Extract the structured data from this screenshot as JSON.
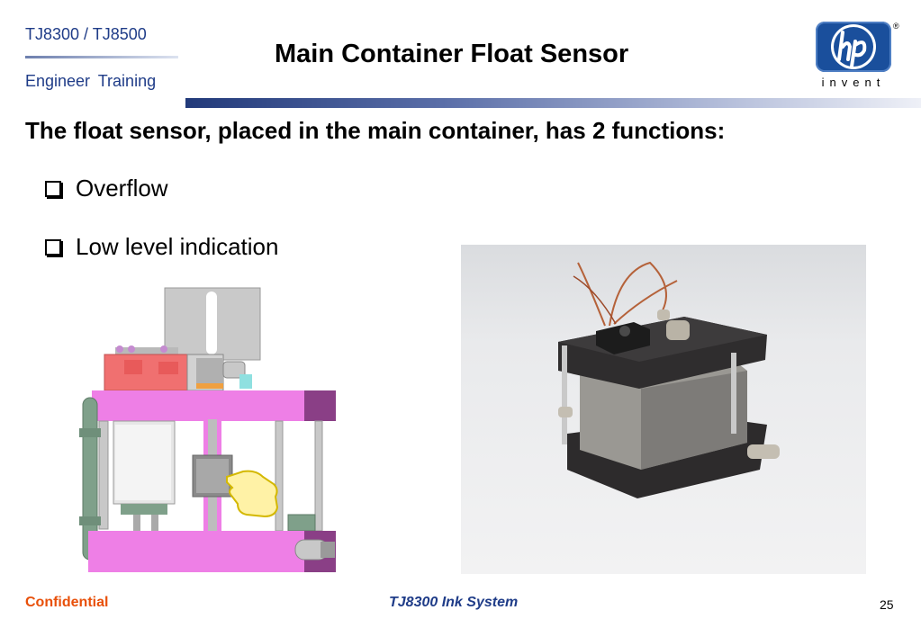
{
  "header": {
    "product": "TJ8300 / TJ8500",
    "training": "Engineer  Training",
    "title": "Main Container Float Sensor",
    "logo_mark": "hp",
    "logo_text": "invent",
    "logo_reg": "®"
  },
  "content": {
    "lead": "The float sensor, placed in the main container, has 2 functions:",
    "bullets": [
      "Overflow",
      "Low level indication"
    ]
  },
  "footer": {
    "confidential": "Confidential",
    "system": "TJ8300 Ink System",
    "page": "25"
  },
  "colors": {
    "header_blue": "#1f3c88",
    "confidential_orange": "#e8500a",
    "diagram_magenta": "#ee7fe6",
    "diagram_purple": "#8a3f86"
  },
  "images": {
    "diagram": "float-sensor-cutaway-diagram",
    "photo": "float-sensor-assembly-photo"
  }
}
